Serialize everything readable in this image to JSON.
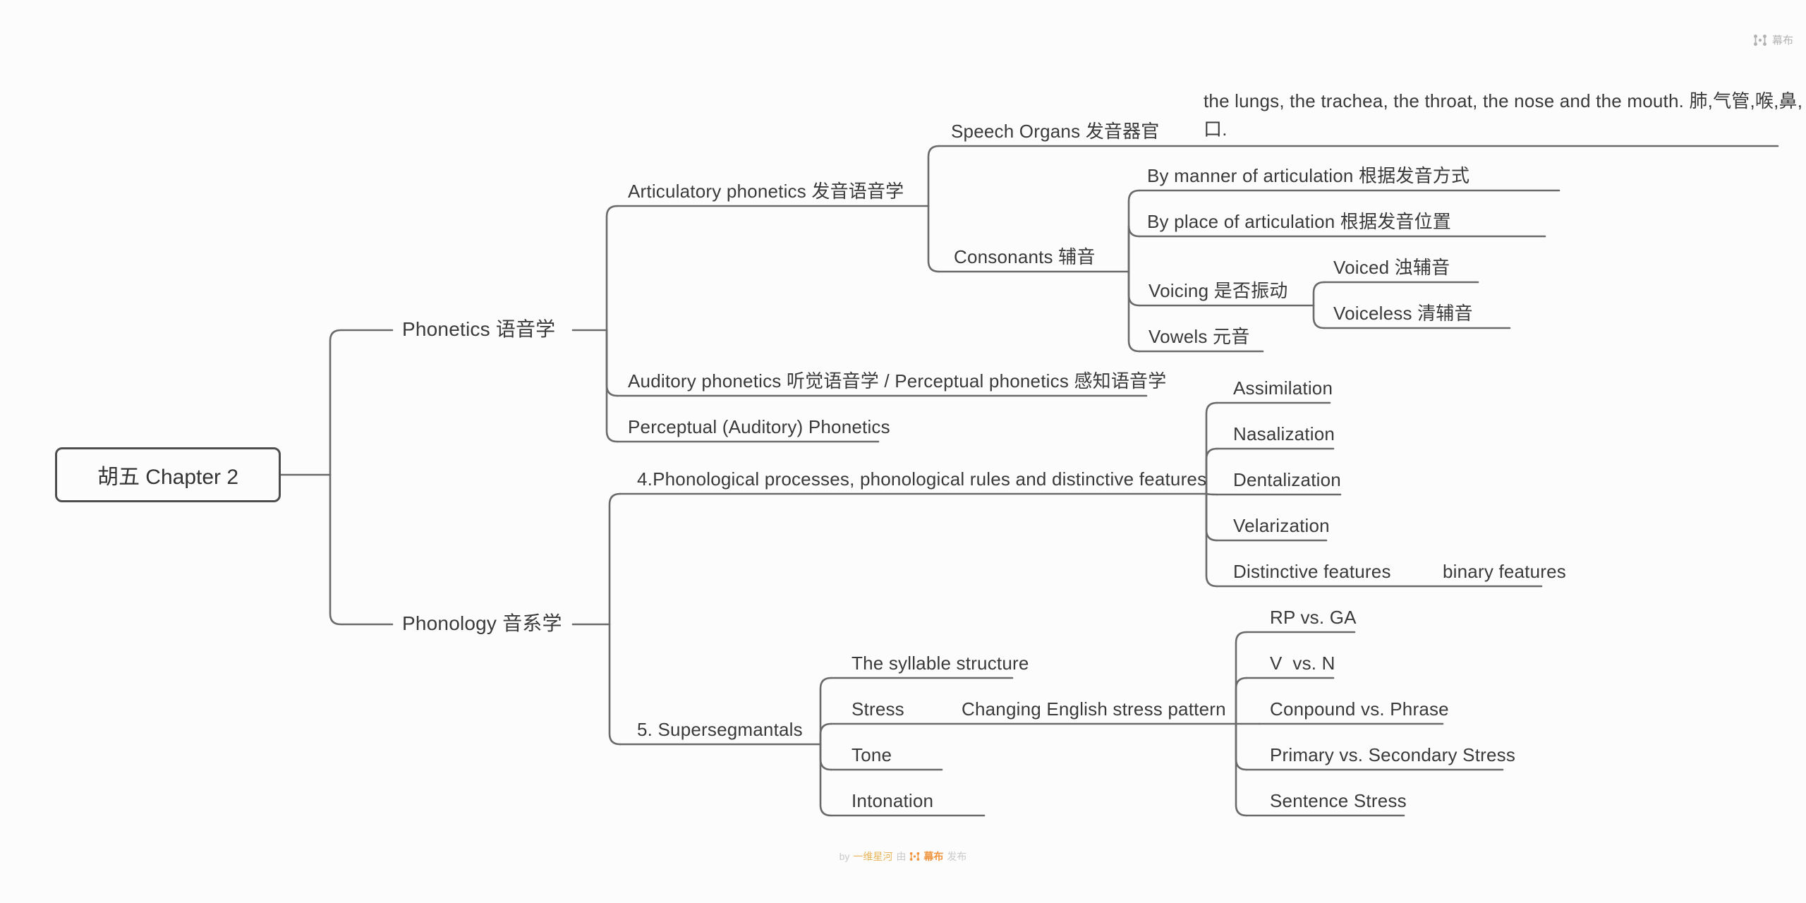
{
  "brand": {
    "name": "幕布"
  },
  "watermark": {
    "prefix": "by",
    "author": "一维星河",
    "via": "由",
    "brand": "幕布",
    "action": "发布"
  },
  "colors": {
    "line": "#6a6a6a",
    "text": "#3a3a3a",
    "watermark_author": "#e7b45a",
    "watermark_brand": "#f0953f",
    "brand_corner": "#b3b3b3"
  },
  "tree": {
    "root": {
      "label": "胡五 Chapter 2",
      "children": [
        {
          "label": "Phonetics 语音学",
          "children": [
            {
              "label": "Articulatory phonetics 发音语音学",
              "children": [
                {
                  "label": "Speech Organs 发音器官",
                  "children": [
                    {
                      "label": "the lungs, the trachea, the throat, the nose and the mouth.  肺,气管,喉,鼻,口."
                    }
                  ]
                },
                {
                  "label": "Consonants 辅音",
                  "children": [
                    {
                      "label": "By manner of articulation 根据发音方式"
                    },
                    {
                      "label": "By place of articulation 根据发音位置"
                    },
                    {
                      "label": "Voicing 是否振动",
                      "children": [
                        {
                          "label": "Voiced 浊辅音"
                        },
                        {
                          "label": "Voiceless 清辅音"
                        }
                      ]
                    },
                    {
                      "label": "Vowels 元音"
                    }
                  ]
                }
              ]
            },
            {
              "label": "Auditory phonetics 听觉语音学 / Perceptual phonetics 感知语音学"
            },
            {
              "label": "Perceptual (Auditory) Phonetics"
            }
          ]
        },
        {
          "label": "Phonology 音系学",
          "children": [
            {
              "label": "4.Phonological processes, phonological rules and distinctive features",
              "children": [
                {
                  "label": "Assimilation"
                },
                {
                  "label": "Nasalization"
                },
                {
                  "label": "Dentalization"
                },
                {
                  "label": "Velarization"
                },
                {
                  "label": "Distinctive features",
                  "children": [
                    {
                      "label": "binary features"
                    }
                  ]
                }
              ]
            },
            {
              "label": "5. Supersegmantals",
              "children": [
                {
                  "label": "The syllable structure"
                },
                {
                  "label": "Stress",
                  "children": [
                    {
                      "label": "Changing English stress pattern",
                      "children": [
                        {
                          "label": "RP vs. GA"
                        },
                        {
                          "label": "V  vs. N"
                        },
                        {
                          "label": "Conpound vs. Phrase"
                        },
                        {
                          "label": "Primary vs. Secondary Stress"
                        },
                        {
                          "label": "Sentence Stress"
                        }
                      ]
                    }
                  ]
                },
                {
                  "label": "Tone"
                },
                {
                  "label": "Intonation"
                }
              ]
            }
          ]
        }
      ]
    }
  }
}
